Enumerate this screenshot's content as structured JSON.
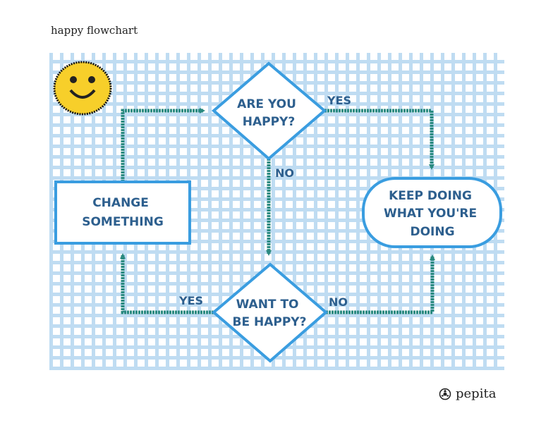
{
  "title": "happy flowchart",
  "brand": "pepita",
  "nodes": {
    "are_you_happy": [
      "ARE YOU",
      "HAPPY?"
    ],
    "want_to_be_happy": [
      "WANT TO",
      "BE HAPPY?"
    ],
    "change_something": [
      "CHANGE",
      "SOMETHING"
    ],
    "keep_doing": [
      "KEEP DOING",
      "WHAT YOU'RE",
      "DOING"
    ]
  },
  "edges": {
    "happy_yes": "YES",
    "happy_no": "NO",
    "want_yes": "YES",
    "want_no": "NO"
  },
  "colors": {
    "outline": "#3a9de0",
    "arrow": "#2a8a80",
    "text": "#2d5f8e",
    "smiley": "#f7cf2a",
    "grid": "#bfdcf2"
  }
}
